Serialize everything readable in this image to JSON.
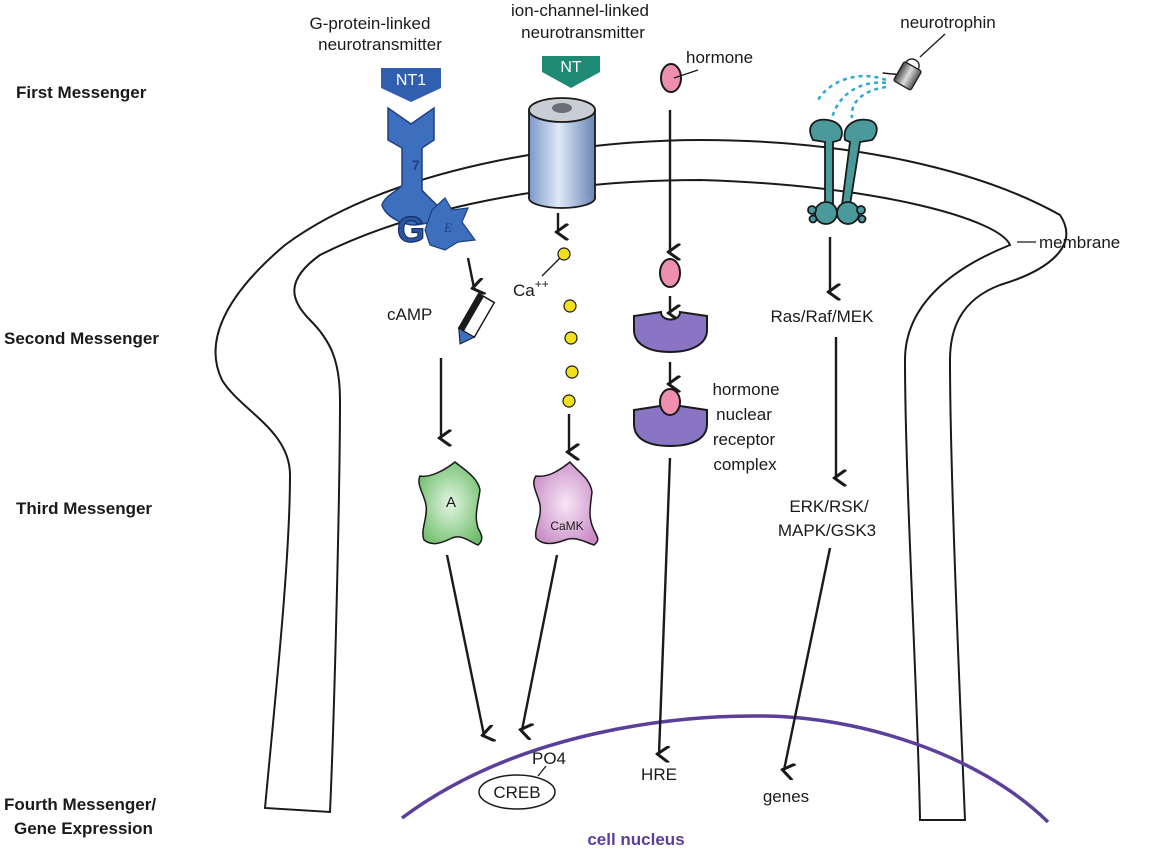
{
  "stages": [
    {
      "label": "First Messenger"
    },
    {
      "label": "Second Messenger"
    },
    {
      "label": "Third Messenger"
    },
    {
      "label": "Fourth Messenger/"
    },
    {
      "label": "Gene Expression"
    }
  ],
  "pathways": {
    "g_protein": {
      "title_line1": "G-protein-linked",
      "title_line2": "neurotransmitter",
      "ligand": "NT1",
      "receptor_mark": "7",
      "g_label": "G",
      "e_label": "E",
      "second": "cAMP",
      "third": "A",
      "color": "#2f5fae"
    },
    "ion_channel": {
      "title_line1": "ion-channel-linked",
      "title_line2": "neurotransmitter",
      "ligand": "NT",
      "ion": "Ca",
      "ion_charge": "++",
      "third": "CaMK",
      "color": "#1f8a74"
    },
    "hormone": {
      "label": "hormone",
      "complex_line1": "hormone",
      "complex_line2": "nuclear",
      "complex_line3": "receptor",
      "complex_line4": "complex",
      "target": "HRE",
      "color": "#ee8fb0",
      "receptor_color": "#8a74c4"
    },
    "neurotrophin": {
      "label": "neurotrophin",
      "second": "Ras/Raf/MEK",
      "third_line1": "ERK/RSK/",
      "third_line2": "MAPK/GSK3",
      "target": "genes",
      "color": "#4a9a9c"
    }
  },
  "labels": {
    "membrane": "membrane",
    "nucleus": "cell nucleus",
    "creb": "CREB",
    "po4": "PO4"
  },
  "colors": {
    "nucleus": "#5b3f9a",
    "calcium": "#f2e01a",
    "kinase_a": "#7cc47a",
    "camk": "#d9a3d6"
  }
}
